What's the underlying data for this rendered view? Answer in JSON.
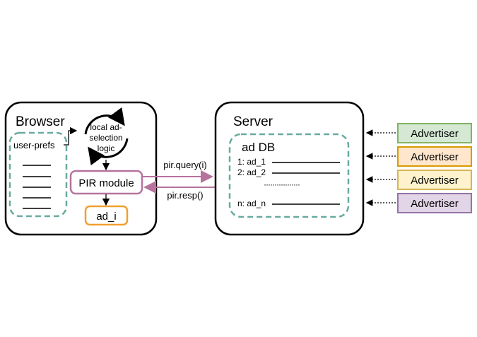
{
  "browser": {
    "title": "Browser",
    "user_prefs_label": "user-prefs",
    "logic_label_line1": "local ad-",
    "logic_label_line2": "selection",
    "logic_label_line3": "logic",
    "pir_module_label": "PIR module",
    "ad_i_label": "ad_i"
  },
  "server": {
    "title": "Server",
    "db_title": "ad DB",
    "entries": [
      "1: ad_1",
      "2: ad_2",
      "n: ad_n"
    ],
    "ellipsis": "·················"
  },
  "messages": {
    "query": "pir.query(i)",
    "response": "pir.resp()"
  },
  "advertisers": [
    {
      "label": "Advertiser",
      "fill": "#d5e8d4",
      "stroke": "#82b366"
    },
    {
      "label": "Advertiser",
      "fill": "#ffe6cc",
      "stroke": "#d79b00"
    },
    {
      "label": "Advertiser",
      "fill": "#fff2cc",
      "stroke": "#d6b656"
    },
    {
      "label": "Advertiser",
      "fill": "#e1d5e7",
      "stroke": "#9673a6"
    }
  ],
  "colors": {
    "dashed_teal": "#67ab9f",
    "pir_purple": "#b5739d",
    "ad_orange": "#f0a030"
  }
}
